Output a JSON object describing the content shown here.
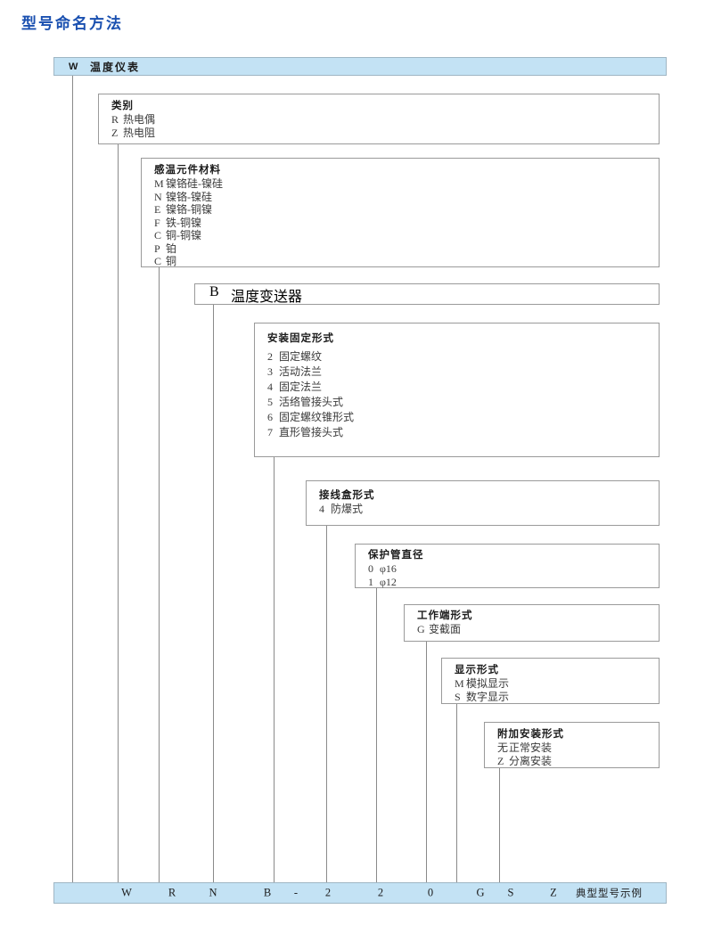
{
  "page": {
    "title": "型号命名方法",
    "title_color": "#1a50b0",
    "bar_color": "#c3e2f4",
    "box_border_color": "#9a9a9a"
  },
  "header": {
    "code": "W",
    "label": "温度仪表"
  },
  "transmitter": {
    "code": "B",
    "label": "温度变送器"
  },
  "sections": [
    {
      "name": "category",
      "title": "类别",
      "rows": [
        {
          "code": "R",
          "text": "热电偶"
        },
        {
          "code": "Z",
          "text": "热电阻"
        }
      ]
    },
    {
      "name": "sensing-element-material",
      "title": "感温元件材料",
      "rows": [
        {
          "code": "M",
          "text": "镍铬硅-镍硅"
        },
        {
          "code": "N",
          "text": "镍铬-镍硅"
        },
        {
          "code": "E",
          "text": "镍铬-铜镍"
        },
        {
          "code": "F",
          "text": "铁-铜镍"
        },
        {
          "code": "C",
          "text": "铜-铜镍"
        },
        {
          "code": "P",
          "text": "铂"
        },
        {
          "code": "C",
          "text": "铜"
        }
      ]
    },
    {
      "name": "mounting-fixing-form",
      "title": "安装固定形式",
      "rows": [
        {
          "code": "2",
          "text": "固定螺纹"
        },
        {
          "code": "3",
          "text": "活动法兰"
        },
        {
          "code": "4",
          "text": "固定法兰"
        },
        {
          "code": "5",
          "text": "活络管接头式"
        },
        {
          "code": "6",
          "text": "固定螺纹锥形式"
        },
        {
          "code": "7",
          "text": "直形管接头式"
        }
      ]
    },
    {
      "name": "junction-box-form",
      "title": "接线盒形式",
      "rows": [
        {
          "code": "4",
          "text": "防爆式"
        }
      ]
    },
    {
      "name": "protection-tube-diameter",
      "title": "保护管直径",
      "rows": [
        {
          "code": "0",
          "text": "φ16"
        },
        {
          "code": "1",
          "text": "φ12"
        }
      ]
    },
    {
      "name": "working-end-form",
      "title": "工作端形式",
      "rows": [
        {
          "code": "G",
          "text": "变截面"
        }
      ]
    },
    {
      "name": "display-form",
      "title": "显示形式",
      "rows": [
        {
          "code": "M",
          "text": "模拟显示"
        },
        {
          "code": "S",
          "text": "数字显示"
        }
      ]
    },
    {
      "name": "additional-mounting-form",
      "title": "附加安装形式",
      "rows": [
        {
          "code": "无",
          "text": "正常安装"
        },
        {
          "code": "Z",
          "text": "分离安装"
        }
      ]
    }
  ],
  "example_row": {
    "codes": [
      "W",
      "R",
      "N",
      "B",
      "-",
      "2",
      "2",
      "0",
      "G",
      "S",
      "Z"
    ],
    "note": "典型型号示例"
  }
}
